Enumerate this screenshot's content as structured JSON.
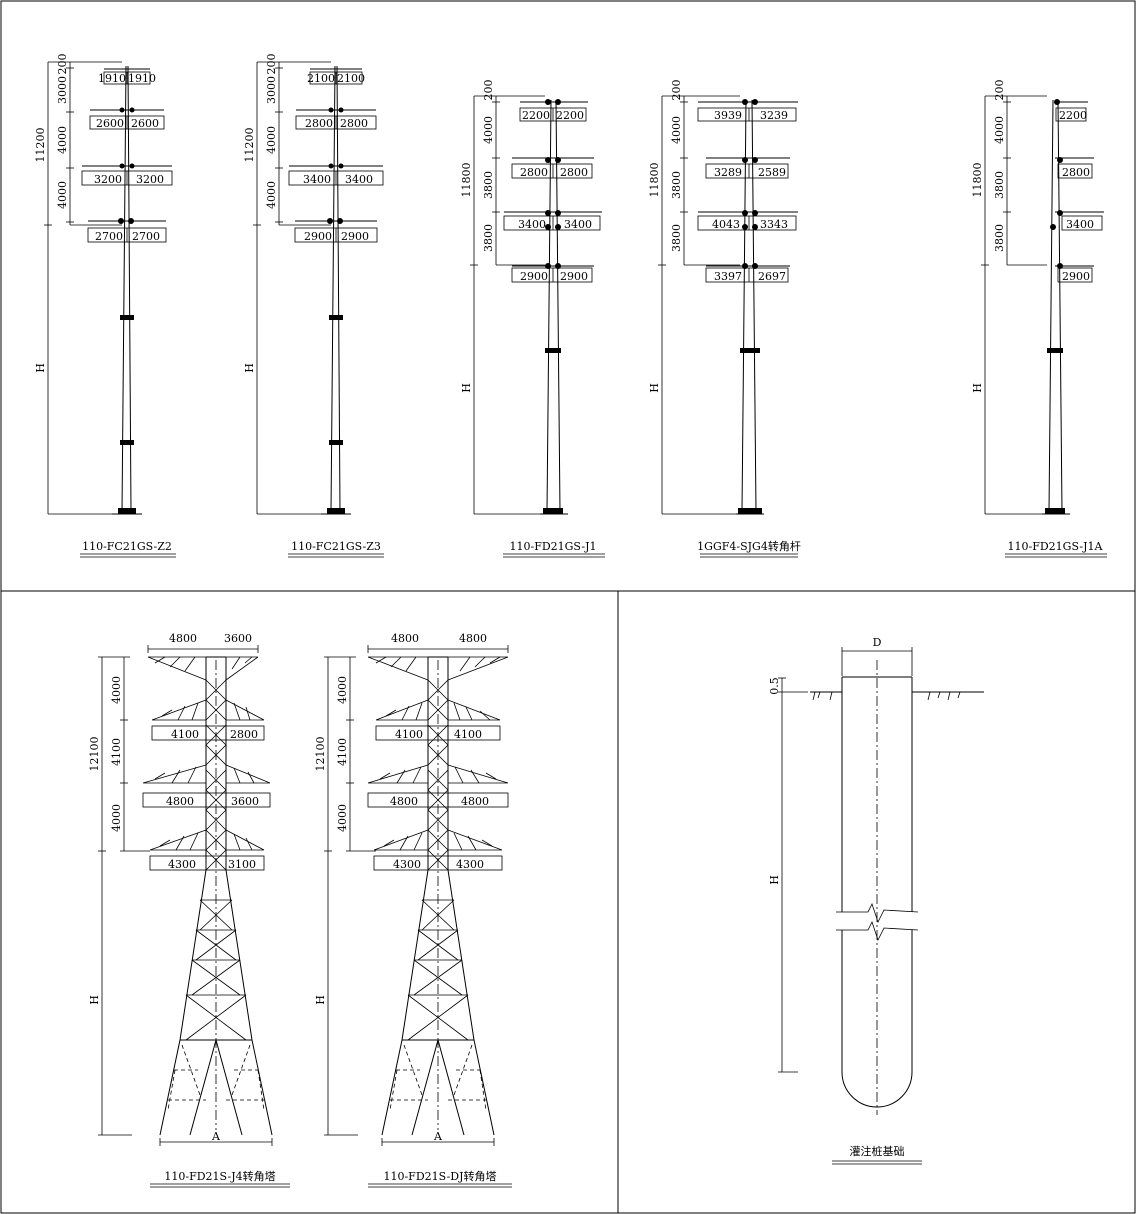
{
  "poles": [
    {
      "name": "110-FC21GS-Z2",
      "seg": [
        "200",
        "3000",
        "4000",
        "4000"
      ],
      "total": "11200",
      "h": "H",
      "arms": [
        [
          "1910",
          "1910"
        ],
        [
          "2600",
          "2600"
        ],
        [
          "3200",
          "3200"
        ],
        [
          "2700",
          "2700"
        ]
      ]
    },
    {
      "name": "110-FC21GS-Z3",
      "seg": [
        "200",
        "3000",
        "4000",
        "4000"
      ],
      "total": "11200",
      "h": "H",
      "arms": [
        [
          "2100",
          "2100"
        ],
        [
          "2800",
          "2800"
        ],
        [
          "3400",
          "3400"
        ],
        [
          "2900",
          "2900"
        ]
      ]
    },
    {
      "name": "110-FD21GS-J1",
      "seg": [
        "200",
        "4000",
        "3800",
        "3800"
      ],
      "total": "11800",
      "h": "H",
      "arms": [
        [
          "2200",
          "2200"
        ],
        [
          "2800",
          "2800"
        ],
        [
          "3400",
          "3400"
        ],
        [
          "2900",
          "2900"
        ]
      ]
    },
    {
      "name": "1GGF4-SJG4转角杆",
      "seg": [
        "200",
        "4000",
        "3800",
        "3800"
      ],
      "total": "11800",
      "h": "H",
      "arms": [
        [
          "3939",
          "3239"
        ],
        [
          "3289",
          "2589"
        ],
        [
          "4043",
          "3343"
        ],
        [
          "3397",
          "2697"
        ]
      ]
    },
    {
      "name": "110-FD21GS-J1A",
      "seg": [
        "200",
        "4000",
        "3800",
        "3800"
      ],
      "total": "11800",
      "h": "H",
      "arms": [
        [
          "",
          "2200"
        ],
        [
          "",
          "2800"
        ],
        [
          "",
          "3400"
        ],
        [
          "",
          "2900"
        ]
      ]
    }
  ],
  "towers": [
    {
      "name": "110-FD21S-J4转角塔",
      "seg": [
        "4000",
        "4100",
        "4000"
      ],
      "total": "12100",
      "h": "H",
      "base": "A",
      "arms": [
        [
          "4800",
          "3600"
        ],
        [
          "4100",
          "2800"
        ],
        [
          "4800",
          "3600"
        ],
        [
          "4300",
          "3100"
        ]
      ]
    },
    {
      "name": "110-FD21S-DJ转角塔",
      "seg": [
        "4000",
        "4100",
        "4000"
      ],
      "total": "12100",
      "h": "H",
      "base": "A",
      "arms": [
        [
          "4800",
          "4800"
        ],
        [
          "4100",
          "4100"
        ],
        [
          "4800",
          "4800"
        ],
        [
          "4300",
          "4300"
        ]
      ]
    }
  ],
  "pile": {
    "name": "灌注桩基础",
    "d": "D",
    "top": "0.5",
    "h": "H"
  }
}
